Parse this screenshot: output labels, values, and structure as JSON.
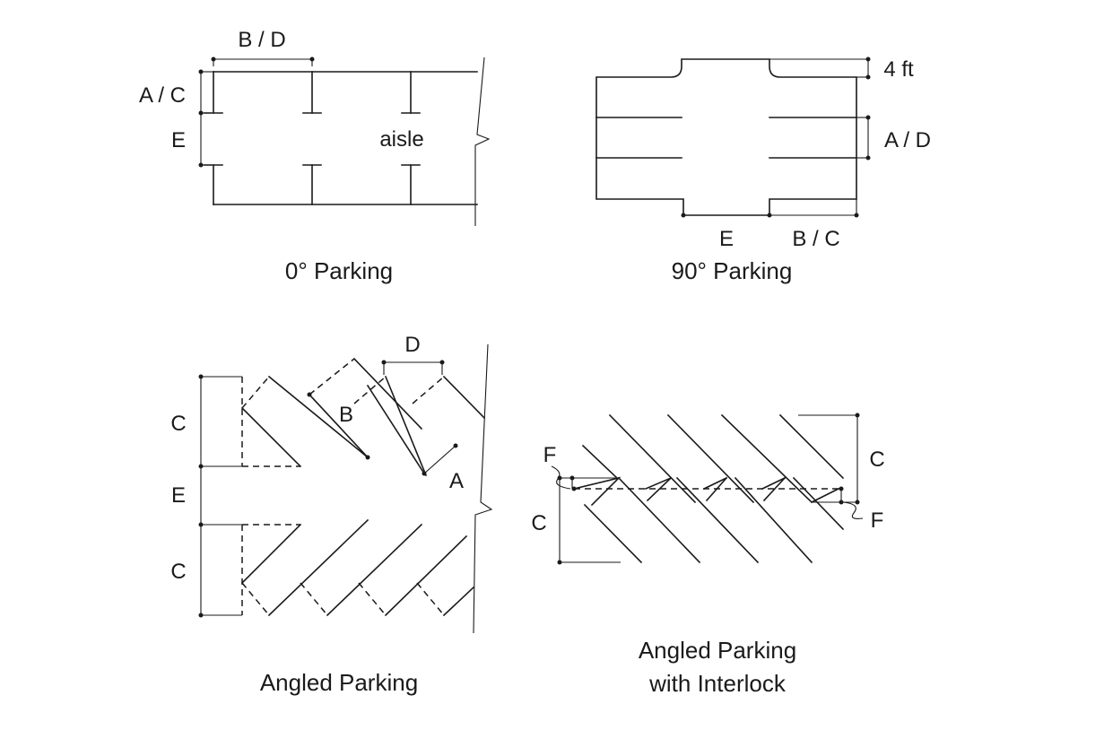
{
  "diagrams": {
    "zero": {
      "caption": "0° Parking",
      "dim_top": "B / D",
      "dim_left_top": "A / C",
      "dim_left_mid": "E",
      "aisle": "aisle"
    },
    "ninety": {
      "caption": "90° Parking",
      "dim_4ft": "4 ft",
      "dim_right": "A / D",
      "dim_bottom_e": "E",
      "dim_bottom_bc": "B / C"
    },
    "angled": {
      "caption": "Angled Parking",
      "dim_d": "D",
      "dim_b": "B",
      "dim_a": "A",
      "dim_c_top": "C",
      "dim_e": "E",
      "dim_c_bottom": "C"
    },
    "interlock": {
      "caption_line1": "Angled Parking",
      "caption_line2": "with Interlock",
      "dim_f_left": "F",
      "dim_c_left": "C",
      "dim_c_right": "C",
      "dim_f_right": "F"
    }
  }
}
